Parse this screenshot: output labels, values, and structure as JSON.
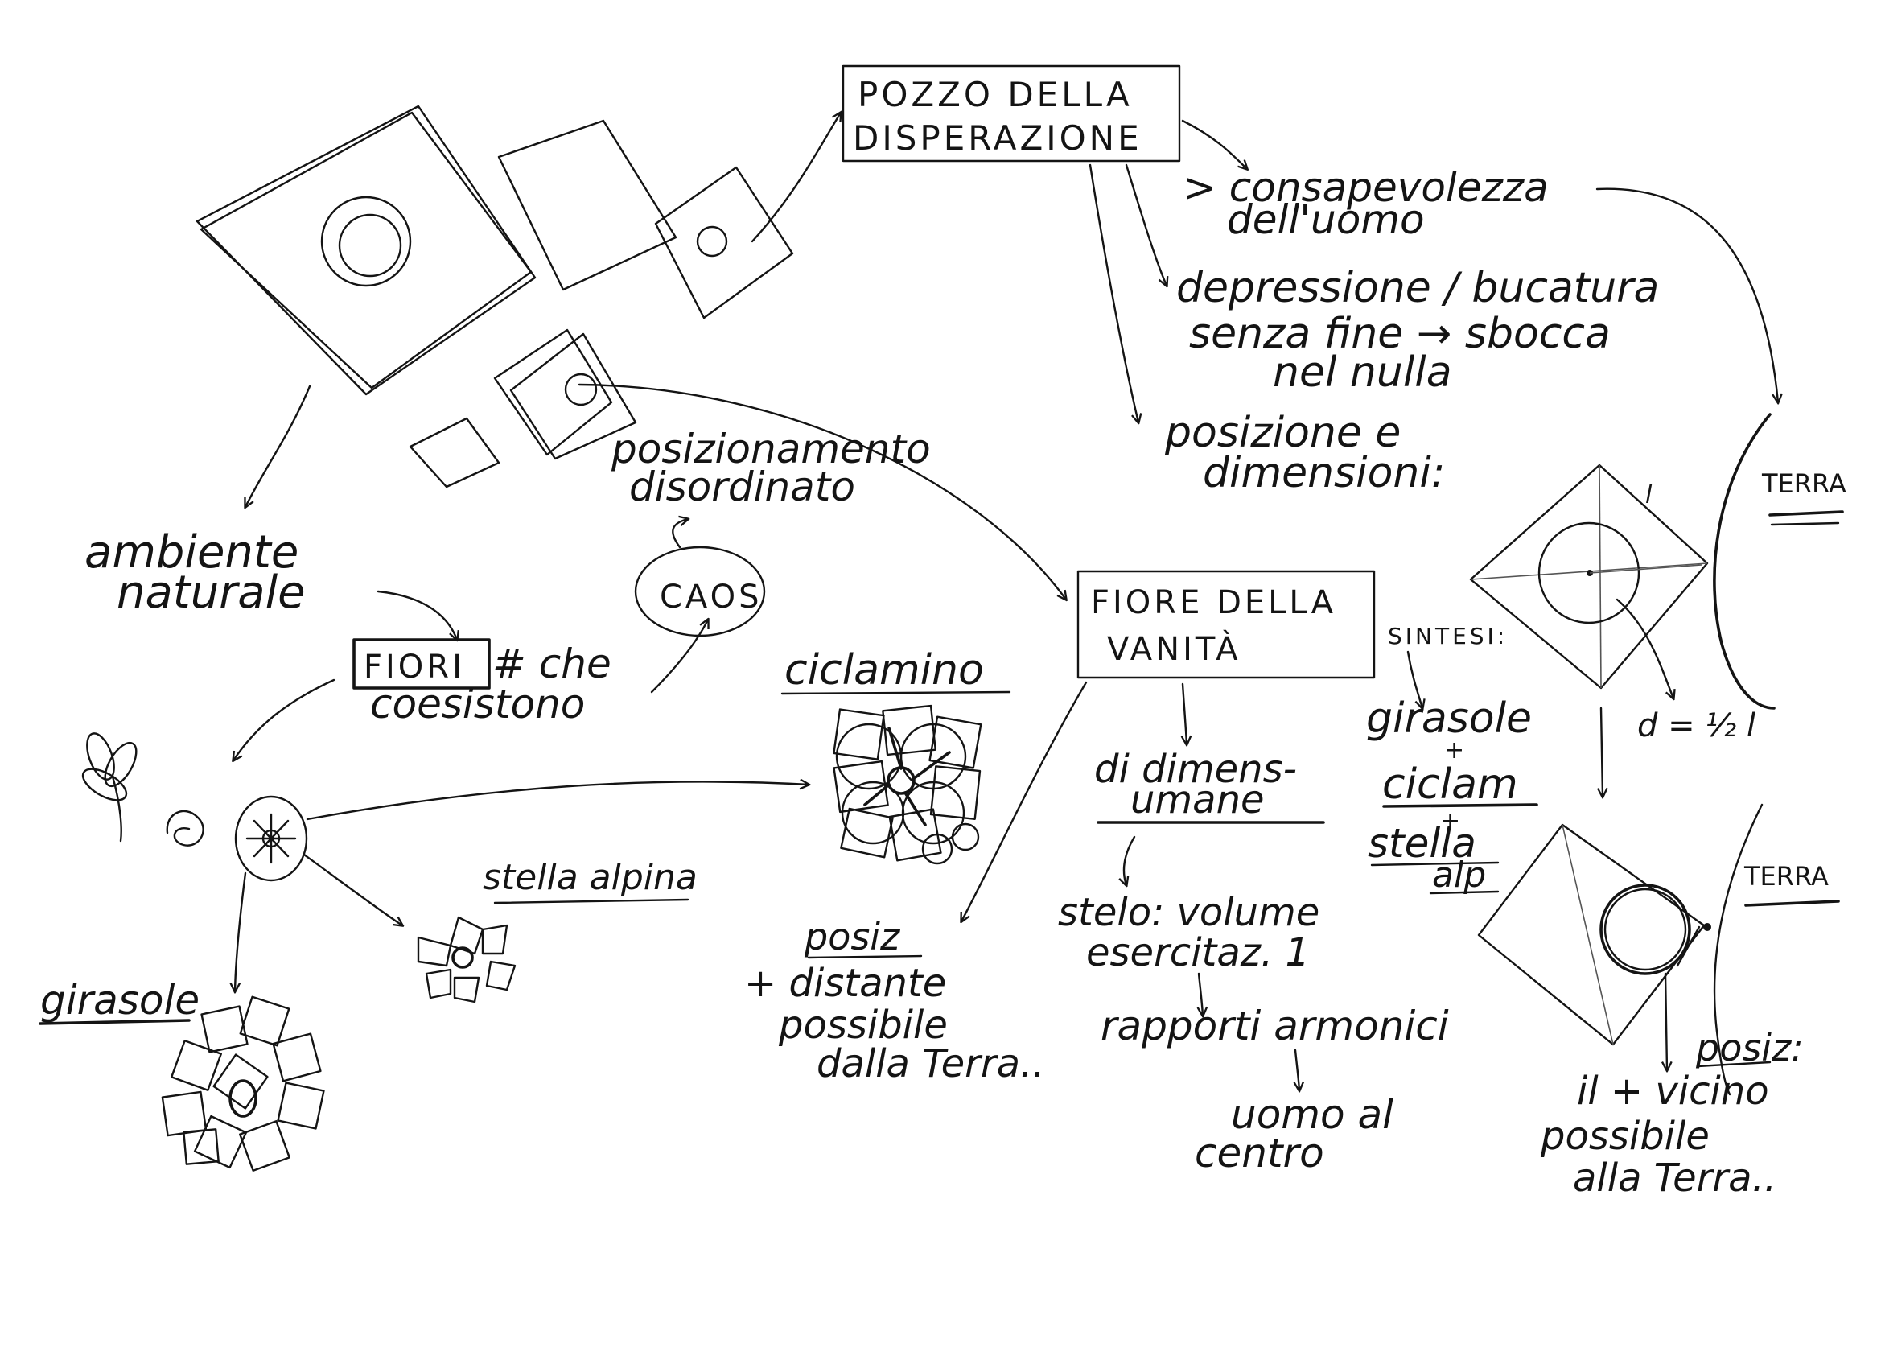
{
  "notes": {
    "pozzo_line1": "POZZO DELLA",
    "pozzo_line2": "DISPERAZIONE",
    "consapevolezza_line1": "> consapevolezza",
    "consapevolezza_line2": "dell'uomo",
    "depressione_line1": "depressione / bucatura",
    "depressione_line2": "senza fine → sbocca",
    "depressione_line3": "nel nulla",
    "posizione_line1": "posizione e",
    "posizione_line2": "dimensioni:",
    "terra_upper": "TERRA",
    "terra_lower": "TERRA",
    "side_l": "l",
    "formula": "d = ½ l",
    "ambiente_line1": "ambiente",
    "ambiente_line2": "naturale",
    "fiori_box": "FIORI",
    "fiori_rest_line1": "# che",
    "fiori_rest_line2": "coesistono",
    "caos": "CAOS",
    "posizionamento_line1": "posizionamento",
    "posizionamento_line2": "disordinato",
    "ciclamino": "ciclamino",
    "stella_alpina": "stella alpina",
    "girasole": "girasole",
    "fiore_line1": "FIORE DELLA",
    "fiore_line2": "VANITÀ",
    "sintesi": "SINTESI:",
    "synth_1": "girasole",
    "synth_plus1": "+",
    "synth_2": "ciclam",
    "synth_plus2": "+",
    "synth_3_line1": "stella",
    "synth_3_line2": "alp",
    "dimens_line1": "di dimens-",
    "dimens_line2": "umane",
    "stelo_line1": "stelo: volume",
    "stelo_line2": "esercitaz. 1",
    "rapporti": "rapporti armonici",
    "uomo_line1": "uomo al",
    "uomo_line2": "centro",
    "posiz_far_line1": "posiz",
    "posiz_far_line2": "+ distante",
    "posiz_far_line3": "possibile",
    "posiz_far_line4": "dalla Terra..",
    "posiz_near_line1": "posiz:",
    "posiz_near_line2": "il + vicino",
    "posiz_near_line3": "possibile",
    "posiz_near_line4": "alla Terra.."
  }
}
